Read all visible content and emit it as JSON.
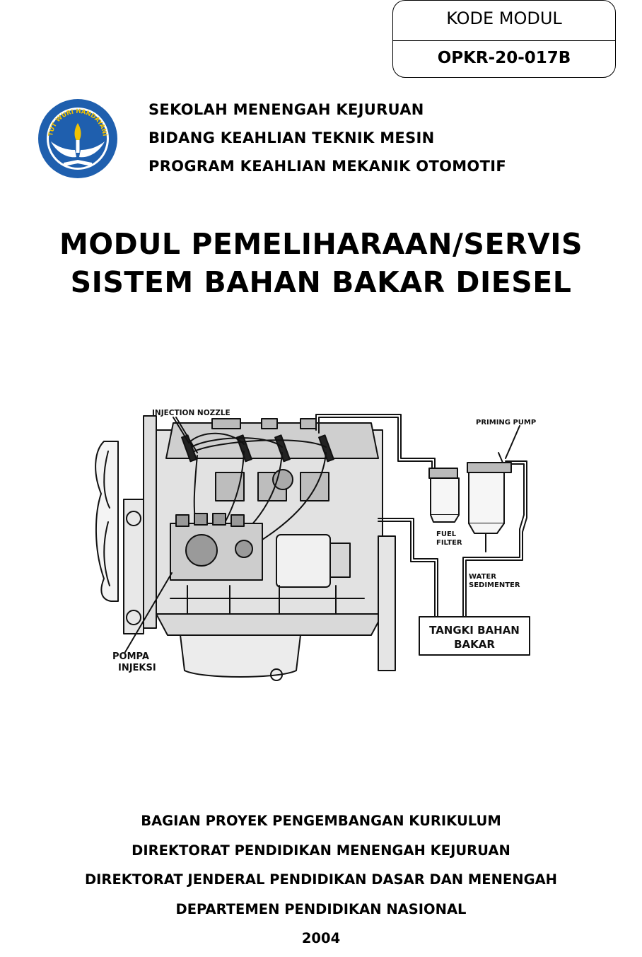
{
  "kode_modul": {
    "label": "KODE MODUL",
    "code": "OPKR-20-017B"
  },
  "logo": {
    "ribbon_text": "TUT WURI HANDAYANI",
    "colors": {
      "primary": "#1f5fae",
      "accent": "#f2c200"
    }
  },
  "school": {
    "line1": "SEKOLAH MENENGAH KEJURUAN",
    "line2": "BIDANG KEAHLIAN TEKNIK MESIN",
    "line3": "PROGRAM KEAHLIAN MEKANIK OTOMOTIF"
  },
  "title": {
    "line1": "MODUL PEMELIHARAAN/SERVIS",
    "line2": "SISTEM BAHAN BAKAR DIESEL"
  },
  "figure": {
    "injection_nozzle": "INJECTION NOZZLE",
    "priming_pump": "PRIMING PUMP",
    "fuel_filter_1": "FUEL",
    "fuel_filter_2": "FILTER",
    "water_sedimenter_1": "WATER",
    "water_sedimenter_2": "SEDIMENTER",
    "tank_1": "TANGKI BAHAN",
    "tank_2": "BAKAR",
    "pump_1": "POMPA",
    "pump_2": "INJEKSI"
  },
  "footer": {
    "line1": "BAGIAN PROYEK PENGEMBANGAN KURIKULUM",
    "line2": "DIREKTORAT PENDIDIKAN MENENGAH KEJURUAN",
    "line3": "DIREKTORAT JENDERAL PENDIDIKAN DASAR DAN MENENGAH",
    "line4": "DEPARTEMEN PENDIDIKAN NASIONAL",
    "year": "2004"
  }
}
